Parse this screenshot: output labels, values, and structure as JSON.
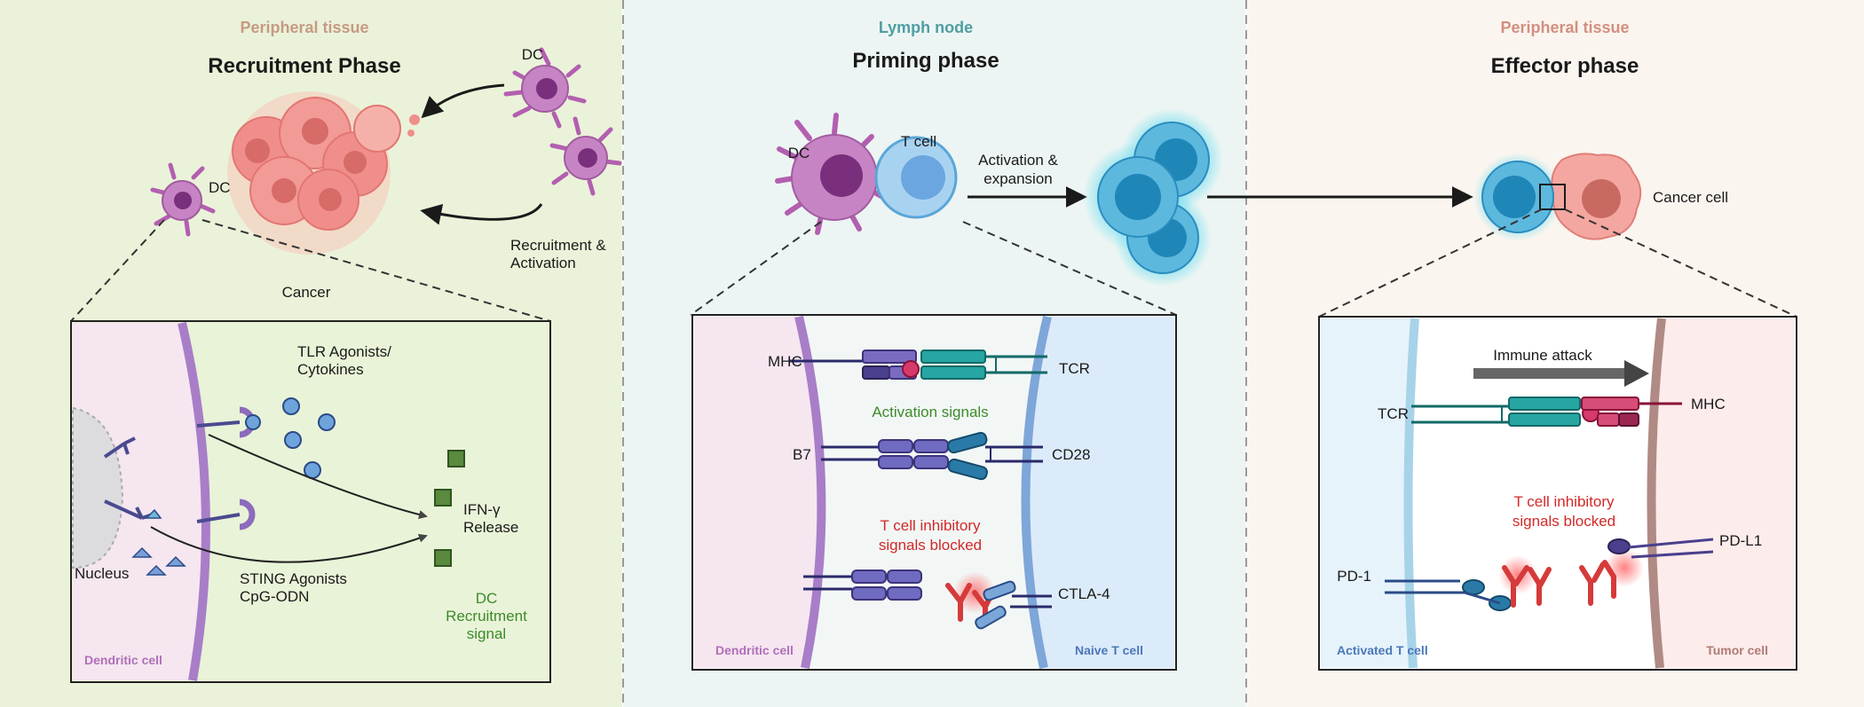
{
  "panels": [
    {
      "location": "Peripheral tissue",
      "phase": "Recruitment Phase",
      "dc_top": "DC",
      "dc_left": "DC",
      "cancer": "Cancer",
      "recruitment": [
        "Recruitment &",
        "Activation"
      ],
      "tlr": [
        "TLR Agonists/",
        "Cytokines"
      ],
      "sting": [
        "STING Agonists",
        "CpG-ODN"
      ],
      "nucleus": "Nucleus",
      "ifn": [
        "IFN-γ",
        "Release"
      ],
      "dc_signal": [
        "DC",
        "Recruitment",
        "signal"
      ],
      "cell_label": "Dendritic cell"
    },
    {
      "location": "Lymph node",
      "phase": "Priming phase",
      "dc": "DC",
      "tcell": "T cell",
      "activation": [
        "Activation &",
        "expansion"
      ],
      "mhc": "MHC",
      "tcr": "TCR",
      "activation_signals": "Activation signals",
      "b7": "B7",
      "cd28": "CD28",
      "inhibitory": [
        "T cell inhibitory",
        "signals blocked"
      ],
      "ctla4": "CTLA-4",
      "cell_left": "Dendritic cell",
      "cell_right": "Naive T cell"
    },
    {
      "location": "Peripheral tissue",
      "phase": "Effector phase",
      "cancer_cell": "Cancer cell",
      "immune_attack": "Immune attack",
      "tcr": "TCR",
      "mhc": "MHC",
      "inhibitory": [
        "T cell inhibitory",
        "signals blocked"
      ],
      "pd1": "PD-1",
      "pdl1": "PD-L1",
      "cell_left": "Activated T cell",
      "cell_right": "Tumor cell"
    }
  ],
  "colors": {
    "panel1_bg": "#eaf3d9",
    "panel2_bg": "#ecf5f3",
    "panel3_bg": "#fbf5ef",
    "location1": "#c79a84",
    "location2": "#4f9ea3",
    "location3": "#d38f80",
    "dc_purple": "#b35fb0",
    "tcell_blue": "#5bb3d8",
    "cancer_pink": "#f28f8c",
    "green_text": "#3d8a2a",
    "red_text": "#d42828"
  }
}
